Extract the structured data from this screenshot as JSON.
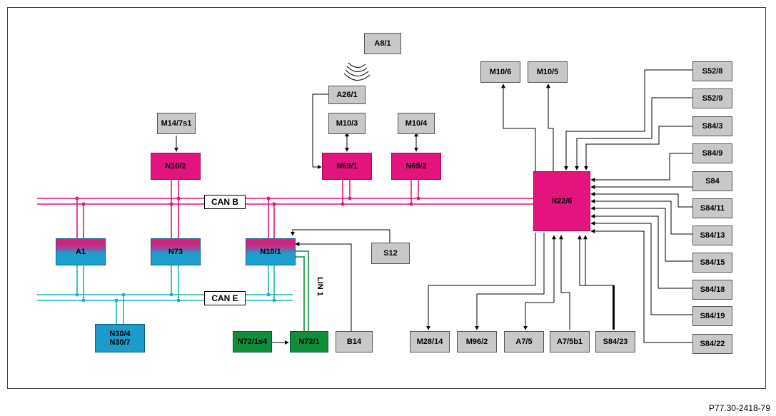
{
  "boxes": {
    "A8_1": "A8/1",
    "A26_1": "A26/1",
    "M10_3": "M10/3",
    "M10_4": "M10/4",
    "M10_6": "M10/6",
    "M10_5": "M10/5",
    "M14_7s1": "M14/7s1",
    "N10_2": "N10/2",
    "N69_1": "N69/1",
    "N69_2": "N69/2",
    "N22_6": "N22/6",
    "A1": "A1",
    "N73": "N73",
    "N10_1": "N10/1",
    "S12": "S12",
    "N30": "N30/4\nN30/7",
    "N72_1s4": "N72/1s4",
    "N72_1": "N72/1",
    "B14": "B14",
    "M28_14": "M28/14",
    "M96_2": "M96/2",
    "A7_5": "A7/5",
    "A7_5b1": "A7/5b1",
    "S84_23": "S84/23",
    "S52_8": "S52/8",
    "S52_9": "S52/9",
    "S84_3": "S84/3",
    "S84_9": "S84/9",
    "S84": "S84",
    "S84_11": "S84/11",
    "S84_13": "S84/13",
    "S84_15": "S84/15",
    "S84_18": "S84/18",
    "S84_19": "S84/19",
    "S84_22": "S84/22"
  },
  "buses": {
    "can_b": "CAN B",
    "can_e": "CAN E",
    "lin1": "LIN 1"
  },
  "figure_ref": "P77.30-2418-79",
  "colors": {
    "can_b": "#e4147f",
    "can_e": "#1fb5b5",
    "lin": "#0f8f3a"
  }
}
